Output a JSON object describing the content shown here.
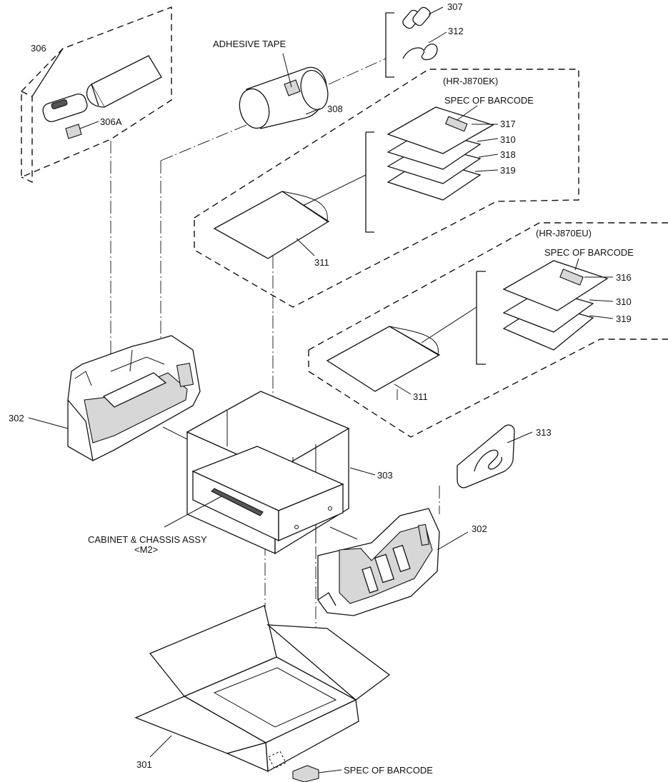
{
  "labels": {
    "p306": "306",
    "p306a": "306A",
    "adhesive": "ADHESIVE TAPE",
    "p307": "307",
    "p312": "312",
    "p308": "308",
    "ek_model": "(HR-J870EK)",
    "ek_spec": "SPEC OF BARCODE",
    "p317": "317",
    "p310a": "310",
    "p318": "318",
    "p319a": "319",
    "p311a": "311",
    "eu_model": "(HR-J870EU)",
    "eu_spec": "SPEC OF BARCODE",
    "p316": "316",
    "p310b": "310",
    "p319b": "319",
    "p311b": "311",
    "p302a": "302",
    "p303": "303",
    "cabinet1": "CABINET & CHASSIS ASSY",
    "cabinet2": "<M2>",
    "p313": "313",
    "p302b": "302",
    "p301": "301",
    "bottom_spec": "SPEC OF BARCODE"
  }
}
